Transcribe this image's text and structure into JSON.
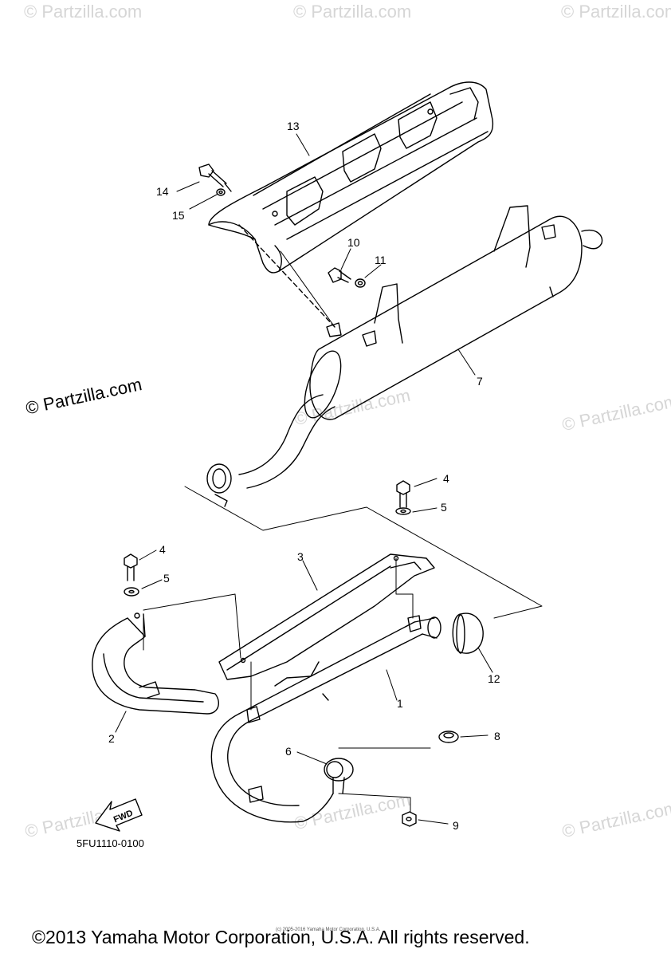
{
  "watermarks": {
    "small": "© Partzilla.com",
    "large": "© Partzilla.com"
  },
  "diagram_code": "5FU1110-0100",
  "fwd_label": "FWD",
  "copyright": "©2013 Yamaha Motor Corporation, U.S.A. All rights reserved.",
  "copyright_small": "(c) 2005-2016 Yamaha Motor Corporation, U.S.A.",
  "callouts": {
    "c1": "1",
    "c2": "2",
    "c3": "3",
    "c4a": "4",
    "c4b": "4",
    "c5a": "5",
    "c5b": "5",
    "c6": "6",
    "c7": "7",
    "c8": "8",
    "c9": "9",
    "c10": "10",
    "c11": "11",
    "c12": "12",
    "c13": "13",
    "c14": "14",
    "c15": "15"
  }
}
